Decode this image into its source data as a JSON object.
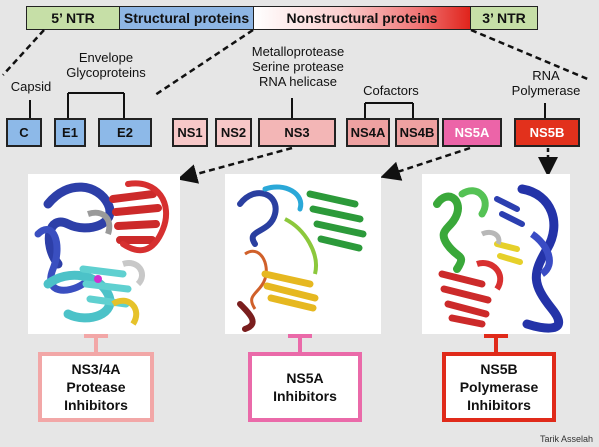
{
  "genome": {
    "ntr5": "5’ NTR",
    "structural": "Structural proteins",
    "nonstructural": "Nonstructural proteins",
    "ntr3": "3’ NTR"
  },
  "labels": {
    "capsid": "Capsid",
    "envelope_line1": "Envelope",
    "envelope_line2": "Glycoproteins",
    "ns3_line1": "Metalloprotease",
    "ns3_line2": "Serine protease",
    "ns3_line3": "RNA helicase",
    "cofactors": "Cofactors",
    "ns5b_line1": "RNA",
    "ns5b_line2": "Polymerase"
  },
  "proteins": {
    "c": "C",
    "e1": "E1",
    "e2": "E2",
    "ns1": "NS1",
    "ns2": "NS2",
    "ns3": "NS3",
    "ns4a": "NS4A",
    "ns4b": "NS4B",
    "ns5a": "NS5A",
    "ns5b": "NS5B"
  },
  "inhibitors": {
    "protease_line1": "NS3/4A",
    "protease_line2": "Protease",
    "protease_line3": "Inhibitors",
    "ns5a_line1": "NS5A",
    "ns5a_line2": "Inhibitors",
    "polymerase_line1": "NS5B",
    "polymerase_line2": "Polymerase",
    "polymerase_line3": "Inhibitors"
  },
  "colors": {
    "protease_border": "#f2a7a7",
    "ns5a_border": "#ea6aa9",
    "polymerase_border": "#e02a1a"
  },
  "credit": "Tarik Asselah"
}
